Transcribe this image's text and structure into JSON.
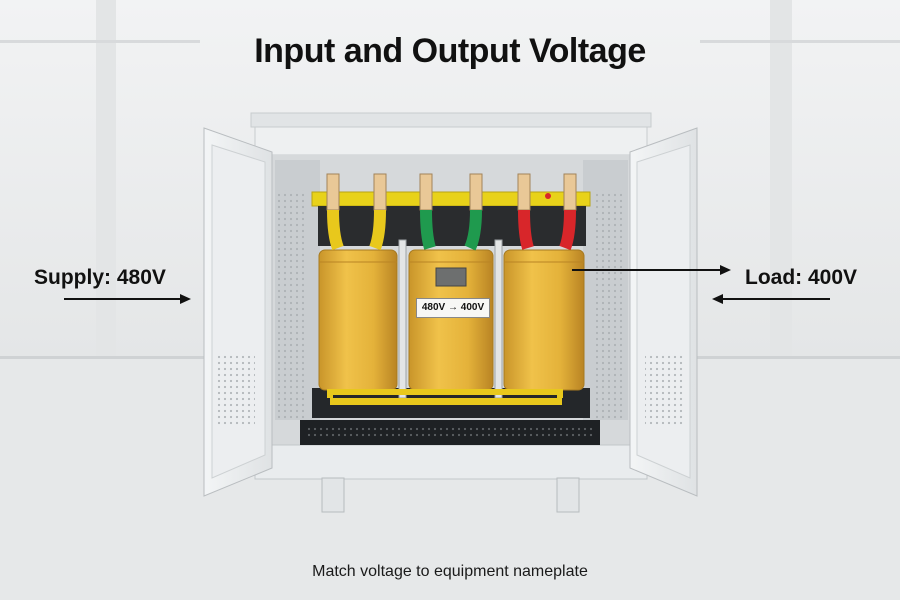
{
  "title": "Input and Output Voltage",
  "supply_label": "Supply: 480V",
  "load_label": "Load: 400V",
  "nameplate": "480V → 400V",
  "caption": "Match voltage to equipment nameplate",
  "colors": {
    "coil": "#e6b43a",
    "busbar": "#e8d21a",
    "phase_yellow": "#e8c81c",
    "phase_green": "#1f9a4e",
    "phase_red": "#d8262a",
    "cabinet": "#e9ecee"
  }
}
